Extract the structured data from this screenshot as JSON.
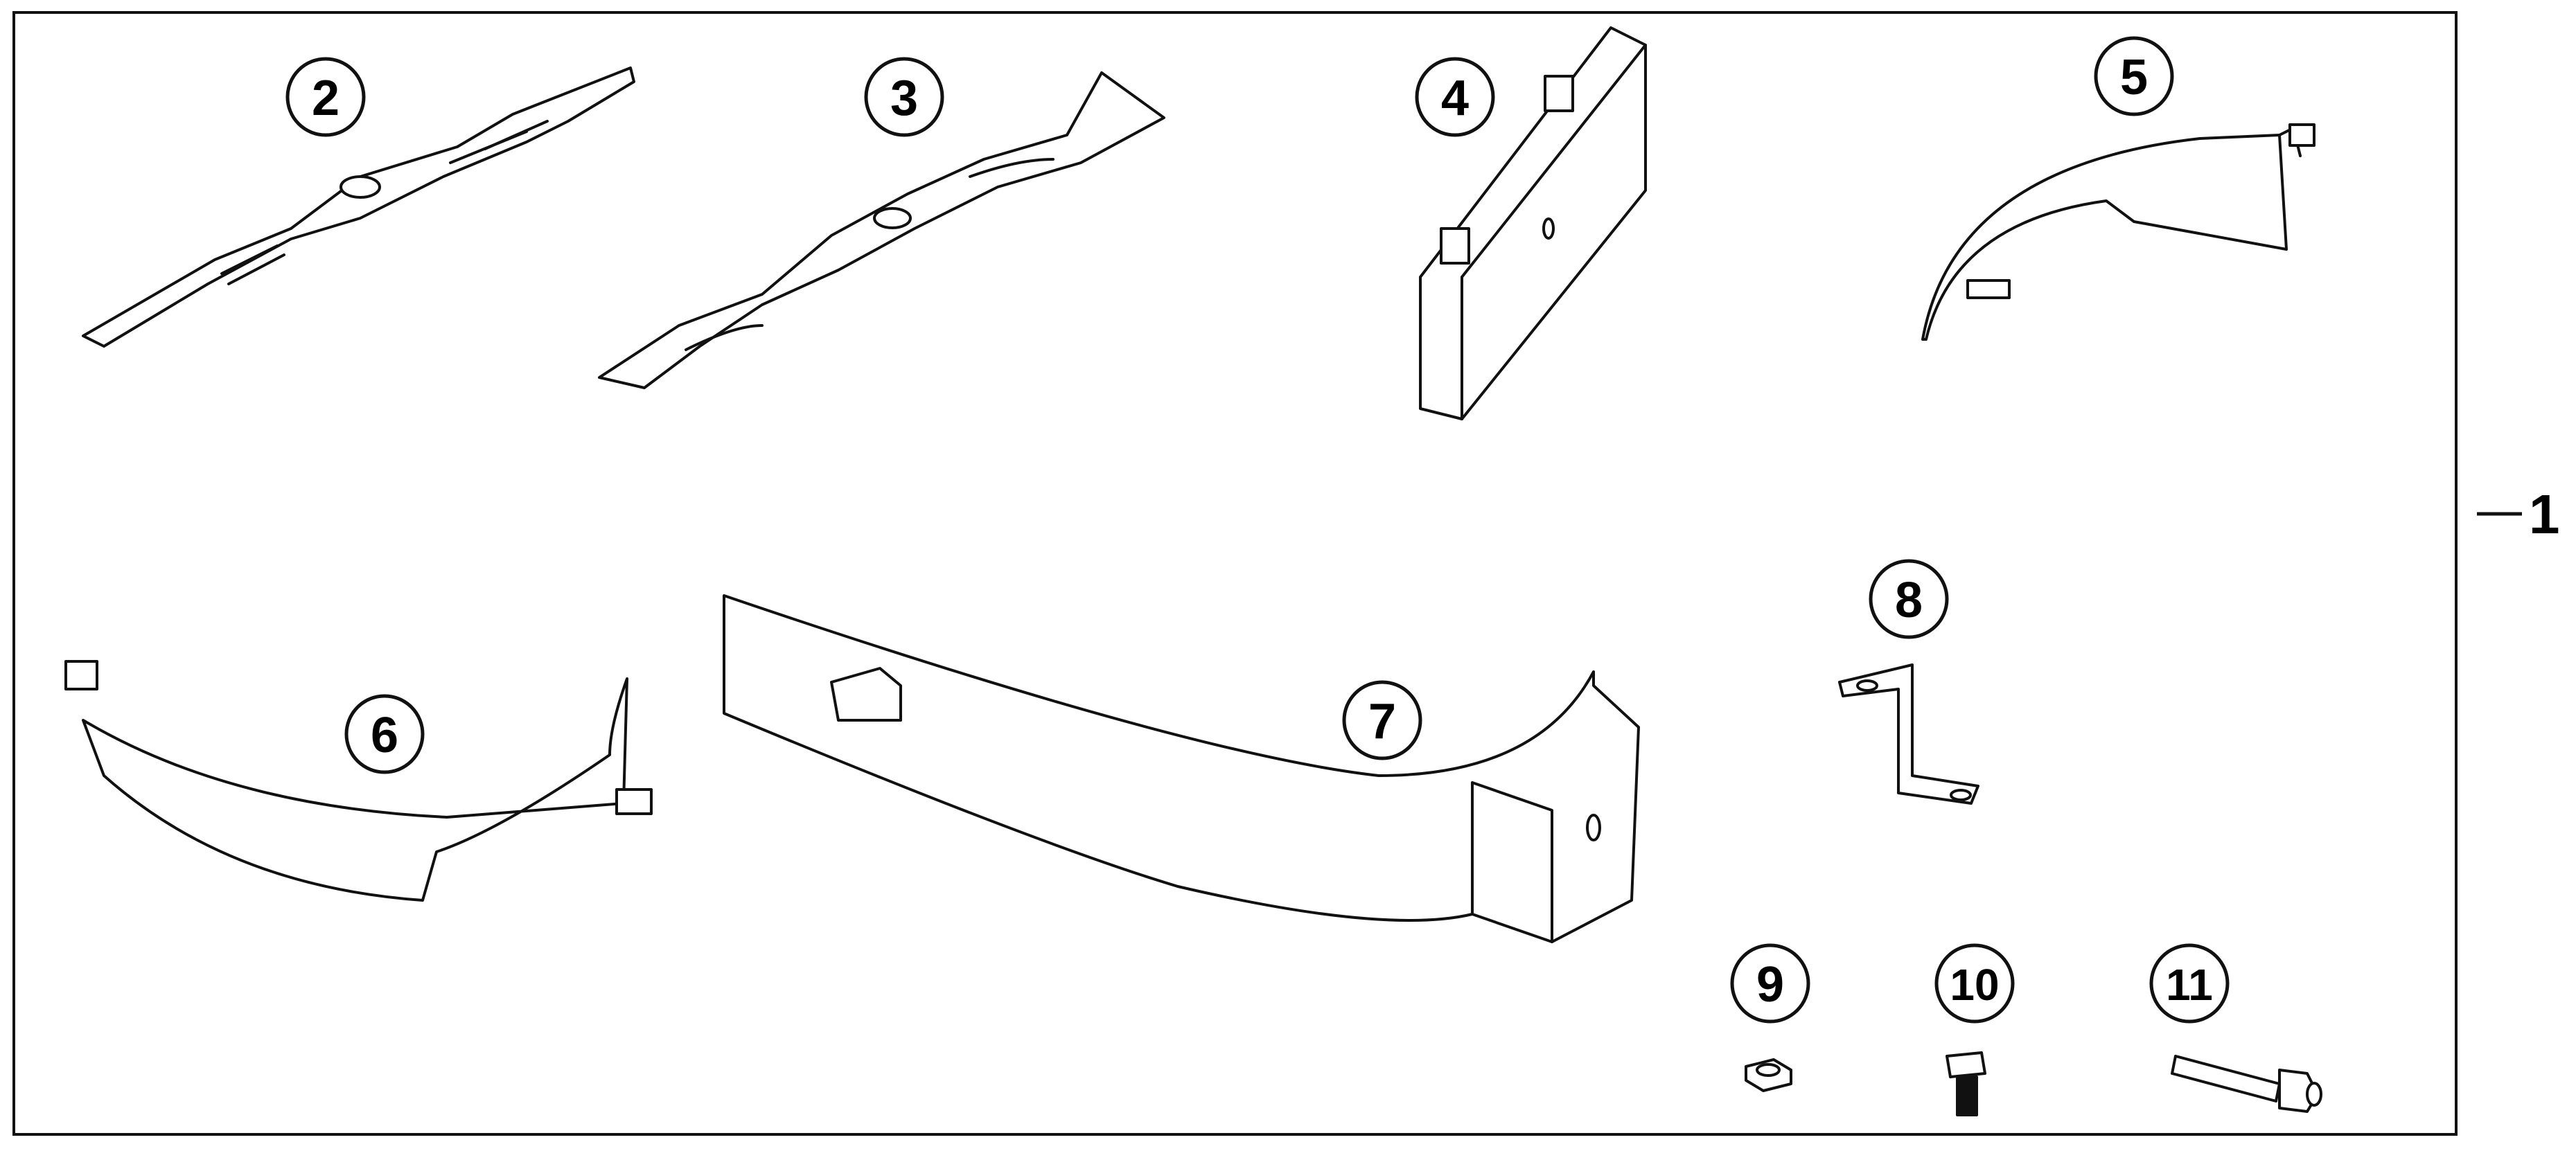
{
  "diagram": {
    "assembly_label": "1",
    "parts": [
      {
        "id": "2",
        "label": "2",
        "icon": "mower-blade-icon"
      },
      {
        "id": "3",
        "label": "3",
        "icon": "high-lift-blade-icon"
      },
      {
        "id": "4",
        "label": "4",
        "icon": "deflector-plate-icon"
      },
      {
        "id": "5",
        "label": "5",
        "icon": "curved-baffle-icon"
      },
      {
        "id": "6",
        "label": "6",
        "icon": "curved-baffle-icon"
      },
      {
        "id": "7",
        "label": "7",
        "icon": "chute-baffle-icon"
      },
      {
        "id": "8",
        "label": "8",
        "icon": "z-bracket-icon"
      },
      {
        "id": "9",
        "label": "9",
        "icon": "nut-icon"
      },
      {
        "id": "10",
        "label": "10",
        "icon": "short-bolt-icon"
      },
      {
        "id": "11",
        "label": "11",
        "icon": "long-bolt-icon"
      }
    ],
    "colors": {
      "line": "#111111",
      "fill": "#ffffff",
      "background": "#ffffff"
    }
  }
}
